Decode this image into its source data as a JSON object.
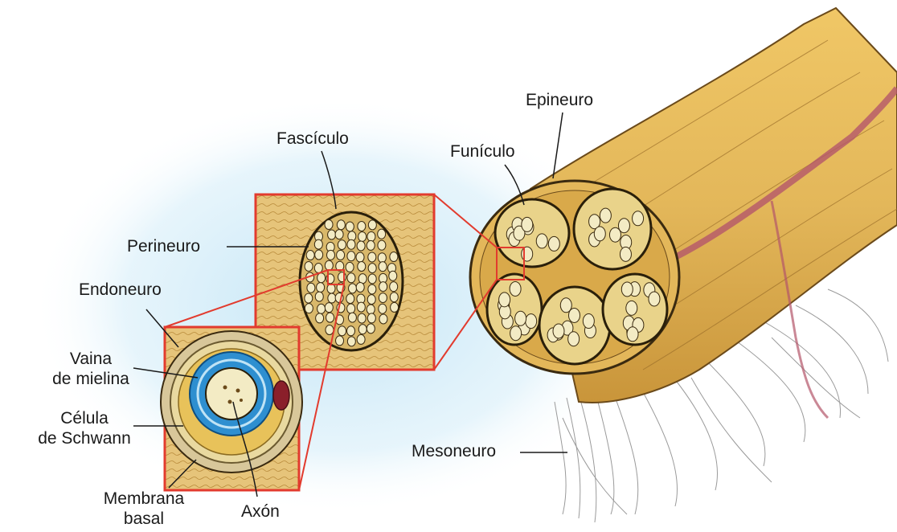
{
  "labels": {
    "epineuro": "Epineuro",
    "funiculo": "Funículo",
    "fasciculo": "Fascículo",
    "perineuro": "Perineuro",
    "endoneuro": "Endoneuro",
    "vaina_line1": "Vaina",
    "vaina_line2": "de mielina",
    "celula_line1": "Célula",
    "celula_line2": "de Schwann",
    "membrana_line1": "Membrana",
    "membrana_line2": "basal",
    "axon": "Axón",
    "mesoneuro": "Mesoneuro"
  },
  "colors": {
    "nerve_tissue": "#e3b75a",
    "nerve_shadow": "#c9953a",
    "fascicle_fill": "#e9d38a",
    "fiber_fill": "#f3ebc4",
    "myelin": "#2e8fd0",
    "highlight_box": "#e23b2e",
    "vessel": "#b4566a",
    "glow": "#bfe3f5"
  }
}
